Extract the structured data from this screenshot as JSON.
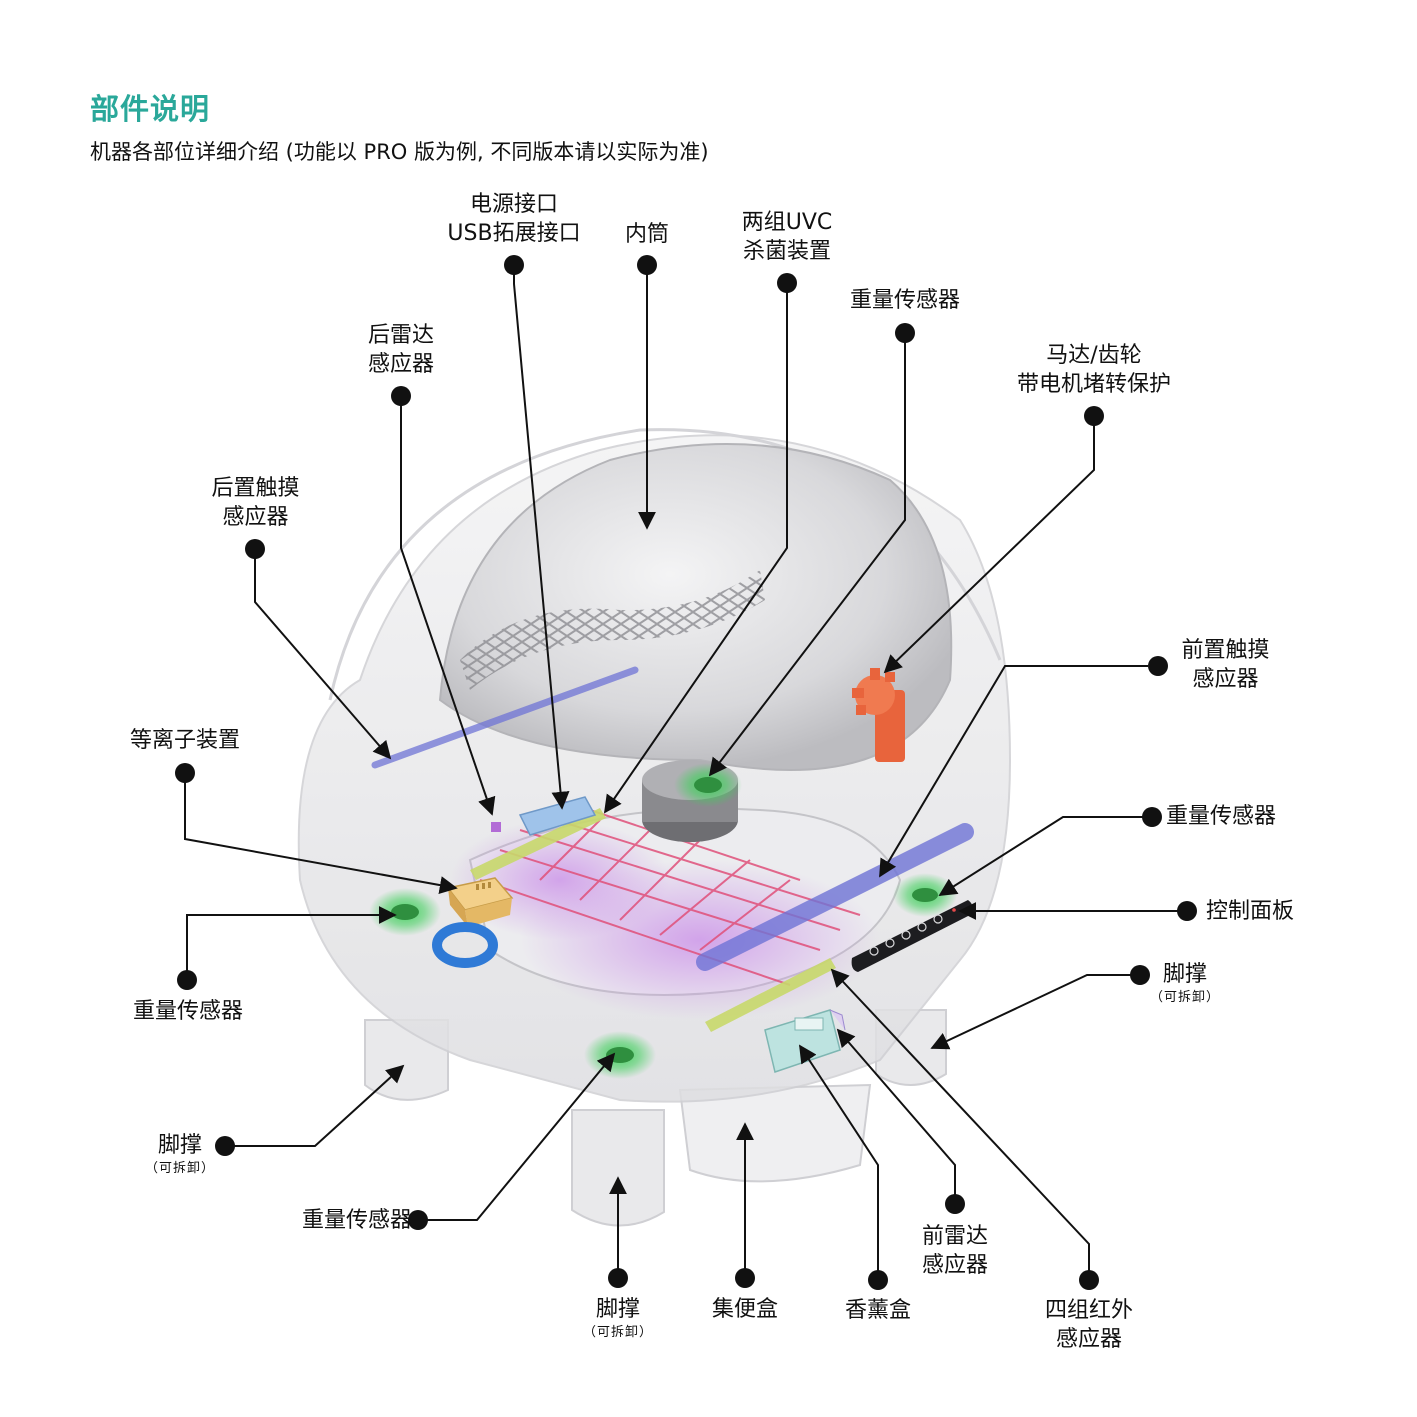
{
  "header": {
    "title": "部件说明",
    "subtitle": "机器各部位详细介绍 (功能以 PRO 版为例, 不同版本请以实际为准)"
  },
  "colors": {
    "accent": "#2aa89a",
    "weight_sensor_glow": "#3ecf5a",
    "motor_gear": "#e8643c",
    "uvc_lamp": "#6f74d6",
    "infrared": "#e0507a",
    "usb_port": "#9fc3ea",
    "plasma": "#e8b86a",
    "rear_radar": "#2f7ad6",
    "fragrance_box": "#bde3e0",
    "touch_sensor_strip": "#c8d86a"
  },
  "labels": {
    "power_port": {
      "line1": "电源接口",
      "line2": "USB拓展接口"
    },
    "inner_drum": {
      "line1": "内筒"
    },
    "uvc": {
      "line1": "两组UVC",
      "line2": "杀菌装置"
    },
    "weight_top": {
      "line1": "重量传感器"
    },
    "rear_radar": {
      "line1": "后雷达",
      "line2": "感应器"
    },
    "motor": {
      "line1": "马达/齿轮",
      "line2": "带电机堵转保护"
    },
    "rear_touch": {
      "line1": "后置触摸",
      "line2": "感应器"
    },
    "front_touch": {
      "line1": "前置触摸",
      "line2": "感应器"
    },
    "plasma": {
      "line1": "等离子装置"
    },
    "weight_right": {
      "line1": "重量传感器"
    },
    "control_panel": {
      "line1": "控制面板"
    },
    "weight_left": {
      "line1": "重量传感器"
    },
    "foot_right": {
      "line1": "脚撑",
      "sub": "（可拆卸）"
    },
    "foot_left": {
      "line1": "脚撑",
      "sub": "（可拆卸）"
    },
    "weight_bottom": {
      "line1": "重量传感器"
    },
    "front_radar": {
      "line1": "前雷达",
      "line2": "感应器"
    },
    "foot_bottom": {
      "line1": "脚撑",
      "sub": "（可拆卸）"
    },
    "waste_box": {
      "line1": "集便盒"
    },
    "fragrance": {
      "line1": "香薰盒"
    },
    "infrared": {
      "line1": "四组红外",
      "line2": "感应器"
    }
  }
}
